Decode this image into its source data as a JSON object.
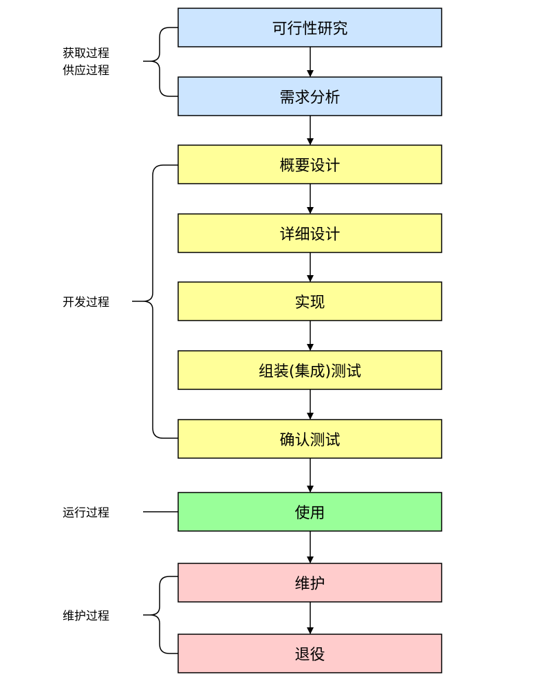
{
  "colors": {
    "blue": "#cce5ff",
    "yellow": "#ffff99",
    "green": "#99ff99",
    "pink": "#ffcccc",
    "stroke": "#000000"
  },
  "steps": [
    {
      "label": "可行性研究",
      "color": "blue"
    },
    {
      "label": "需求分析",
      "color": "blue"
    },
    {
      "label": "概要设计",
      "color": "yellow"
    },
    {
      "label": "详细设计",
      "color": "yellow"
    },
    {
      "label": "实现",
      "color": "yellow"
    },
    {
      "label": "组装(集成)测试",
      "color": "yellow"
    },
    {
      "label": "确认测试",
      "color": "yellow"
    },
    {
      "label": "使用",
      "color": "green"
    },
    {
      "label": "维护",
      "color": "pink"
    },
    {
      "label": "退役",
      "color": "pink"
    }
  ],
  "processes": {
    "acquire_line1": "获取过程",
    "acquire_line2": "供应过程",
    "develop": "开发过程",
    "operate": "运行过程",
    "maintain": "维护过程"
  }
}
